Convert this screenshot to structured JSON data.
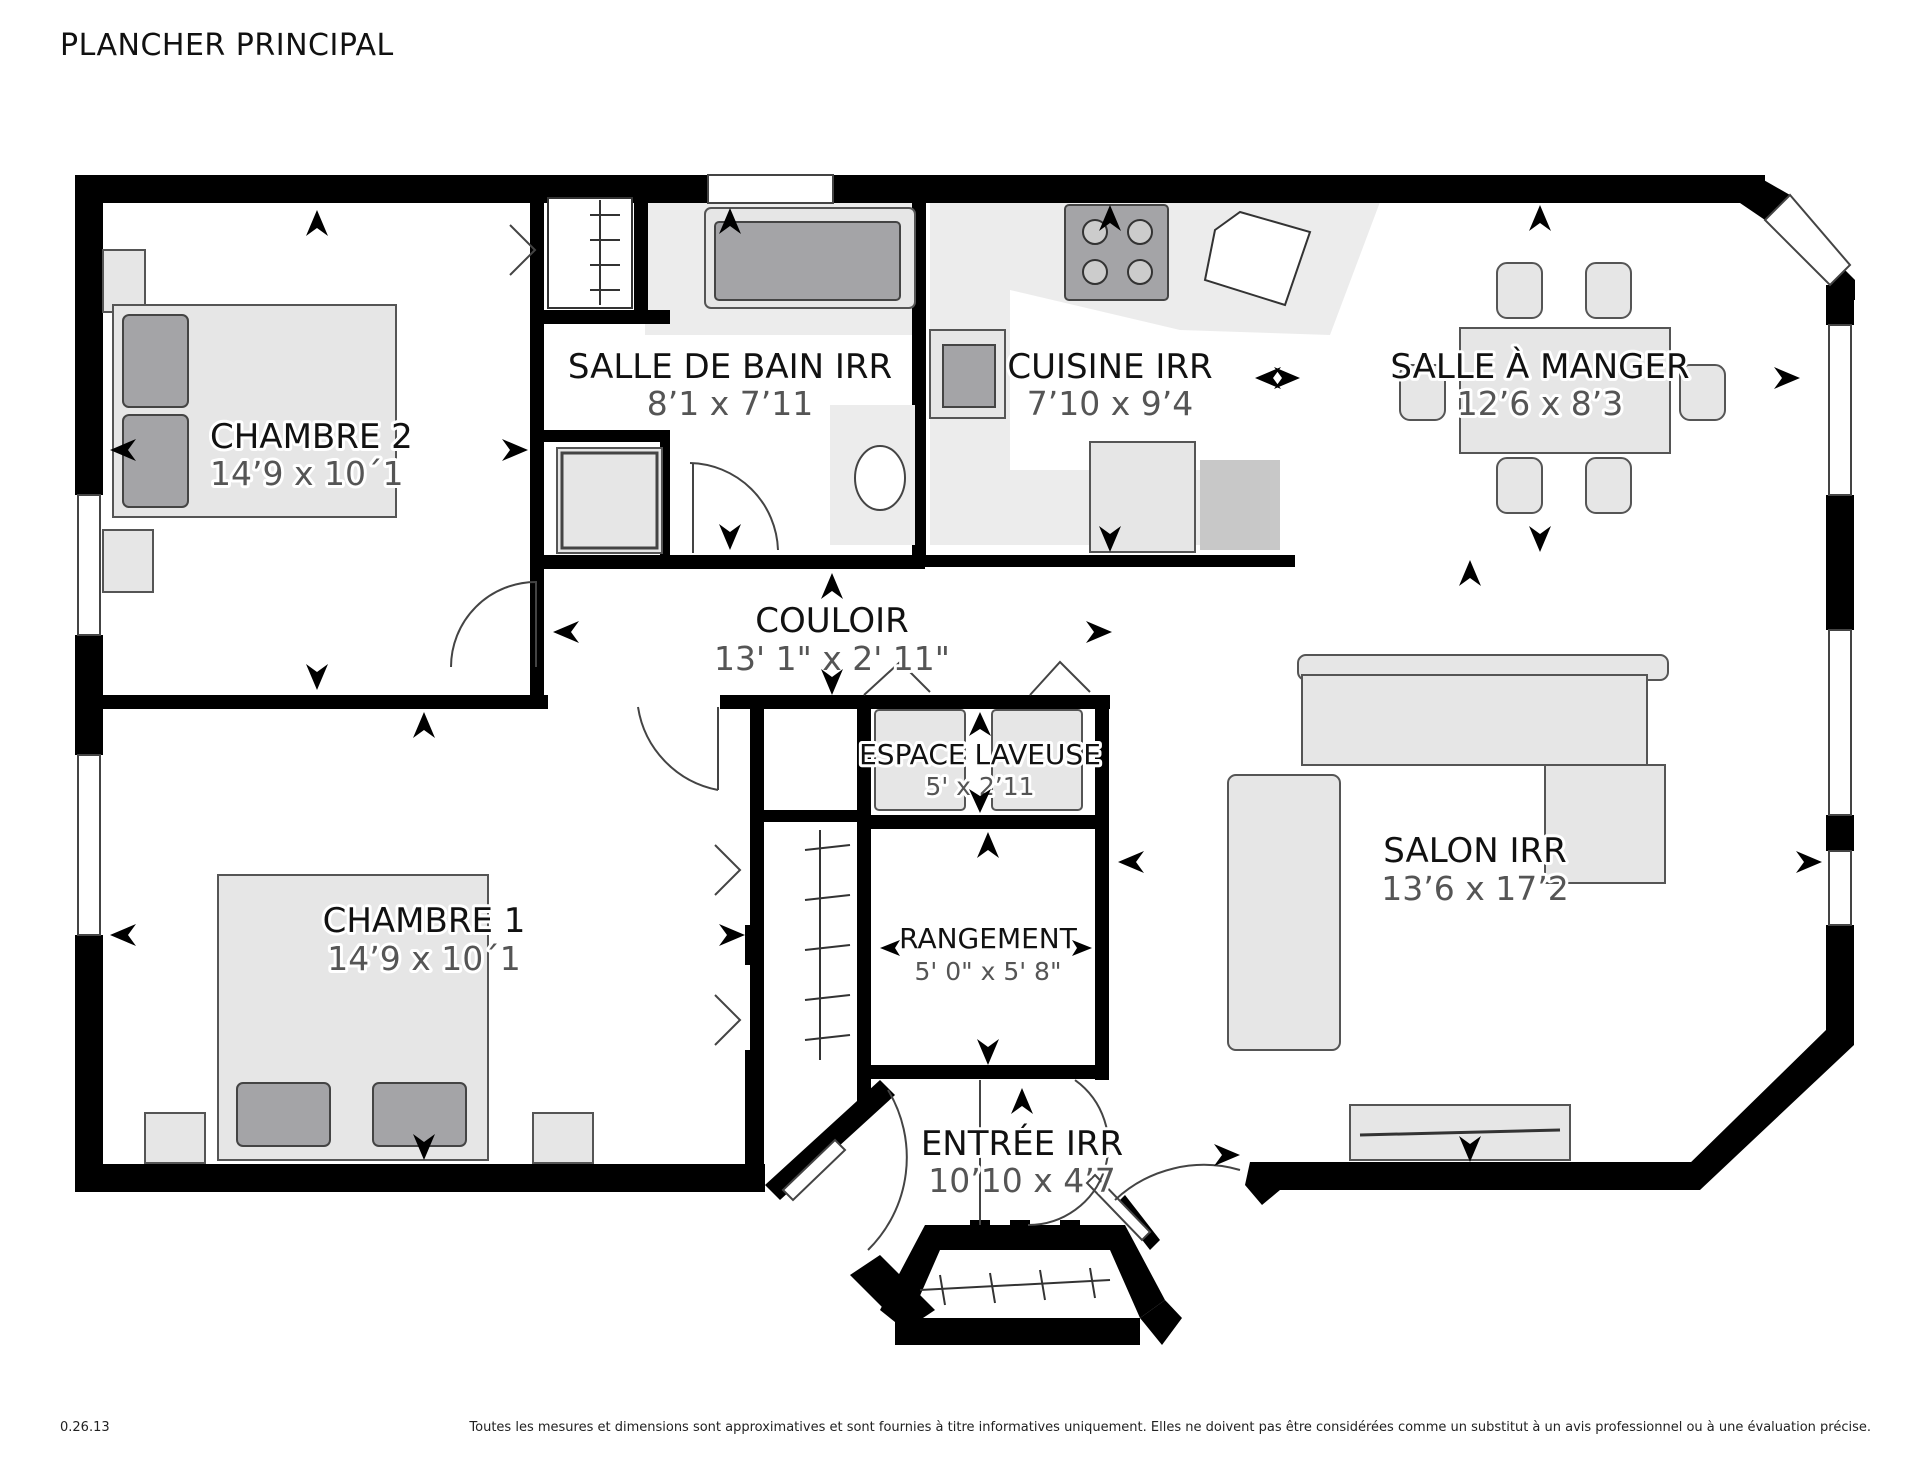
{
  "title": "PLANCHER PRINCIPAL",
  "version": "0.26.13",
  "disclaimer": "Toutes les mesures et dimensions sont approximatives et sont fournies à titre informatives uniquement. Elles ne doivent pas être considérées comme un substitut à un avis professionnel ou à une évaluation précise.",
  "rooms": {
    "chambre2": {
      "name": "CHAMBRE 2",
      "dim": "14’9 x 10´1"
    },
    "sdb": {
      "name": "SALLE DE BAIN IRR",
      "dim": "8’1 x 7’11"
    },
    "cuisine": {
      "name": "CUISINE IRR",
      "dim": "7’10 x 9’4"
    },
    "salle_manger": {
      "name": "SALLE À MANGER",
      "dim": "12’6 x 8’3"
    },
    "couloir": {
      "name": "COULOIR",
      "dim": "13' 1\" x 2' 11\""
    },
    "laveuse": {
      "name": "ESPACE LAVEUSE",
      "dim": "5' x 2’11"
    },
    "chambre1": {
      "name": "CHAMBRE 1",
      "dim": "14’9 x 10´1"
    },
    "rangement": {
      "name": "RANGEMENT",
      "dim": "5' 0\" x 5' 8\""
    },
    "salon": {
      "name": "SALON IRR",
      "dim": "13’6 x 17’2"
    },
    "entree": {
      "name": "ENTRÉE IRR",
      "dim": "10’10 x 4’7"
    }
  },
  "colors": {
    "wall": "#000000",
    "furniture": "#e6e6e6",
    "fixture_dark": "#a4a4a7"
  }
}
